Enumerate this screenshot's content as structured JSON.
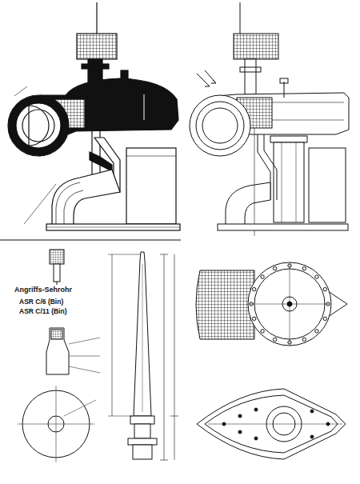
{
  "diagram": {
    "labels": [
      "Angriffs-Sehrohr",
      "ASR C/6 (Bin)",
      "ASR C/11 (Bin)"
    ]
  }
}
